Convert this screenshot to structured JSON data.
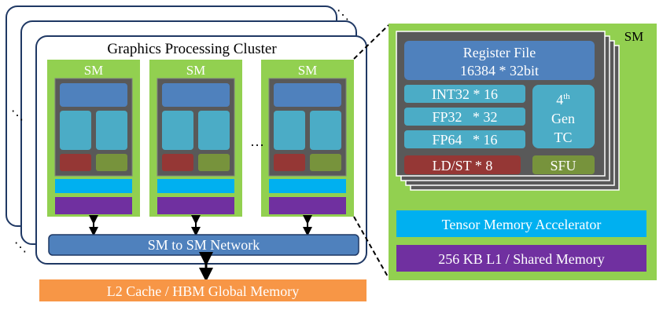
{
  "gpc": {
    "title": "Graphics Processing Cluster",
    "sm_label": "SM",
    "network_label": "SM to SM Network",
    "memory_label": "L2 Cache / HBM Global Memory"
  },
  "sm_detail": {
    "label": "SM",
    "register_file": "Register File",
    "register_file_size": "16384 * 32bit",
    "int32": "INT32 * 16",
    "fp32": "FP32   * 32",
    "fp64": "FP64   * 16",
    "tc_line1_number": "4",
    "tc_line1_suffix": "th",
    "tc_line2": "Gen",
    "tc_line3": "TC",
    "ldst": "LD/ST * 8",
    "sfu": "SFU",
    "tma": "Tensor Memory Accelerator",
    "l1": "256 KB L1 / Shared Memory"
  },
  "colors": {
    "green": "#92d050",
    "dark_gray": "#595959",
    "blue": "#4f81bd",
    "teal": "#4bacc6",
    "red": "#953735",
    "olive": "#77933c",
    "cyan": "#00b0f0",
    "purple": "#7030a0",
    "orange": "#f79646",
    "navy": "#1f3864"
  }
}
